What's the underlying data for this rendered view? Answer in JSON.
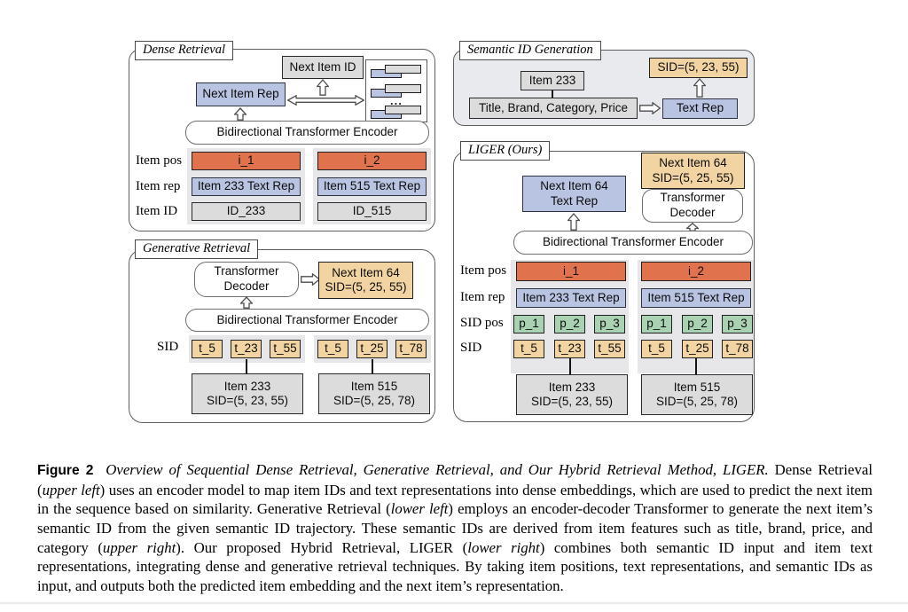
{
  "panels": {
    "dense": {
      "title": "Dense Retrieval",
      "next_item_id": "Next Item ID",
      "next_item_rep": "Next Item Rep",
      "encoder": "Bidirectional Transformer Encoder",
      "embedding_ellipsis": "...",
      "row_labels": [
        "Item pos",
        "Item rep",
        "Item ID"
      ],
      "item_pos": [
        "i_1",
        "i_2"
      ],
      "item_rep": [
        "Item 233 Text Rep",
        "Item 515 Text Rep"
      ],
      "item_id": [
        "ID_233",
        "ID_515"
      ]
    },
    "generative": {
      "title": "Generative Retrieval",
      "decoder": [
        "Transformer",
        "Decoder"
      ],
      "next_item": [
        "Next Item 64",
        "SID=(5, 25, 55)"
      ],
      "encoder": "Bidirectional Transformer Encoder",
      "sid_label": "SID",
      "sid_seq1": [
        "t_5",
        "t_23",
        "t_55"
      ],
      "sid_seq2": [
        "t_5",
        "t_25",
        "t_78"
      ],
      "item1": [
        "Item 233",
        "SID=(5, 23, 55)"
      ],
      "item2": [
        "Item 515",
        "SID=(5, 25, 78)"
      ]
    },
    "semantic": {
      "title": "Semantic ID Generation",
      "item": "Item 233",
      "features": "Title, Brand, Category, Price",
      "text_rep": "Text Rep",
      "sid": "SID=(5, 23, 55)"
    },
    "liger": {
      "title": "LIGER (Ours)",
      "next_item": [
        "Next Item 64",
        "SID=(5, 25, 55)"
      ],
      "next_rep": [
        "Next Item 64",
        "Text Rep"
      ],
      "decoder": [
        "Transformer",
        "Decoder"
      ],
      "encoder": "Bidirectional Transformer Encoder",
      "row_labels": [
        "Item pos",
        "Item rep",
        "SID pos",
        "SID"
      ],
      "item_pos": [
        "i_1",
        "i_2"
      ],
      "item_rep": [
        "Item 233 Text Rep",
        "Item 515 Text Rep"
      ],
      "sid_pos1": [
        "p_1",
        "p_2",
        "p_3"
      ],
      "sid_pos2": [
        "p_1",
        "p_2",
        "p_3"
      ],
      "sid_seq1": [
        "t_5",
        "t_23",
        "t_55"
      ],
      "sid_seq2": [
        "t_5",
        "t_25",
        "t_78"
      ],
      "item1": [
        "Item 233",
        "SID=(5, 23, 55)"
      ],
      "item2": [
        "Item 515",
        "SID=(5, 25, 78)"
      ]
    }
  },
  "colors": {
    "item_pos_orange": "#E0734E",
    "rep_blue": "#B9C4E3",
    "sid_tan": "#F2D4A2",
    "sid_pos_green": "#A9D2B2",
    "id_gray": "#DCDCDC",
    "panel_gray_bg": "#E9EAED",
    "column_strip": "#E7E7EA"
  },
  "caption": {
    "segments": [
      {
        "style": "label",
        "text": "Figure 2"
      },
      {
        "style": "italic",
        "text": " Overview of Sequential Dense Retrieval, Generative Retrieval, and Our Hybrid Retrieval Method, LIGER."
      },
      {
        "style": "normal",
        "text": " Dense Retrieval ("
      },
      {
        "style": "italic",
        "text": "upper left"
      },
      {
        "style": "normal",
        "text": ") uses an encoder model to map item IDs and text representations into dense embeddings, which are used to predict the next item in the sequence based on similarity. Generative Retrieval ("
      },
      {
        "style": "italic",
        "text": "lower left"
      },
      {
        "style": "normal",
        "text": ") employs an encoder-decoder Transformer to generate the next item’s semantic ID from the given semantic ID trajectory. These semantic IDs are derived from item features such as title, brand, price, and category ("
      },
      {
        "style": "italic",
        "text": "upper right"
      },
      {
        "style": "normal",
        "text": "). Our proposed Hybrid Retrieval, LIGER ("
      },
      {
        "style": "italic",
        "text": "lower right"
      },
      {
        "style": "normal",
        "text": ") combines both semantic ID input and item text representations, integrating dense and generative retrieval techniques. By taking item positions, text representations, and semantic IDs as input, and outputs both the predicted item embedding and the next item’s representation."
      }
    ]
  }
}
